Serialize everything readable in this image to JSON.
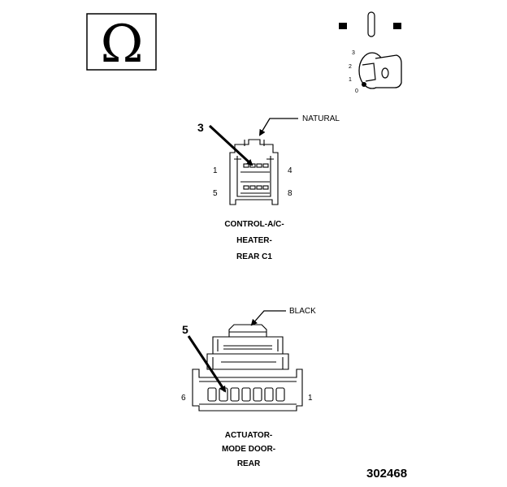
{
  "symbol": {
    "icon": "ohm-icon",
    "glyph": "Ω"
  },
  "ignition": {
    "icon": "ignition-key-icon",
    "positions": [
      "3",
      "2",
      "1",
      "0"
    ]
  },
  "connector_c1": {
    "callout": "3",
    "color_label": "NATURAL",
    "pin_left_top": "1",
    "pin_right_top": "4",
    "pin_left_bottom": "5",
    "pin_right_bottom": "8",
    "title_line1": "CONTROL-A/C-",
    "title_line2": "HEATER-",
    "title_line3": "REAR C1"
  },
  "connector_actuator": {
    "callout": "5",
    "color_label": "BLACK",
    "pin_left": "6",
    "pin_right": "1",
    "title_line1": "ACTUATOR-",
    "title_line2": "MODE DOOR-",
    "title_line3": "REAR"
  },
  "figure_number": "302468"
}
